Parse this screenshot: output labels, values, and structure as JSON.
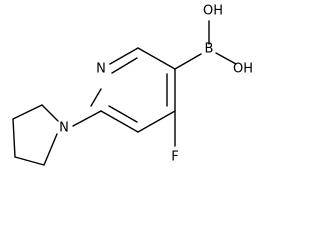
{
  "structure": {
    "atoms": {
      "nitrogen_pyridine": "N",
      "nitrogen_pyrrolidine": "N",
      "fluorine": "F",
      "boron": "B",
      "hydroxyl_1": "OH",
      "hydroxyl_2": "OH"
    },
    "colors": {
      "bond": "#000000",
      "label": "#000000",
      "background": "#ffffff"
    }
  }
}
